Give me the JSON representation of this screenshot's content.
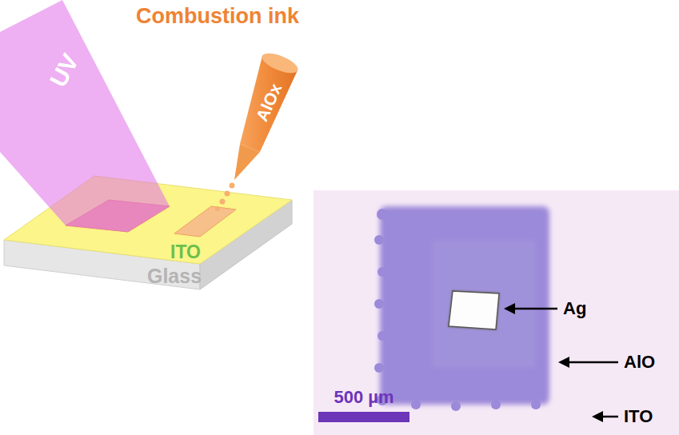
{
  "diagram": {
    "labels": [
      "Combustion ink",
      "UV",
      "AlOx",
      "ITO",
      "Glass",
      "Ag",
      "AlO",
      "500 µm",
      "ITO"
    ]
  }
}
